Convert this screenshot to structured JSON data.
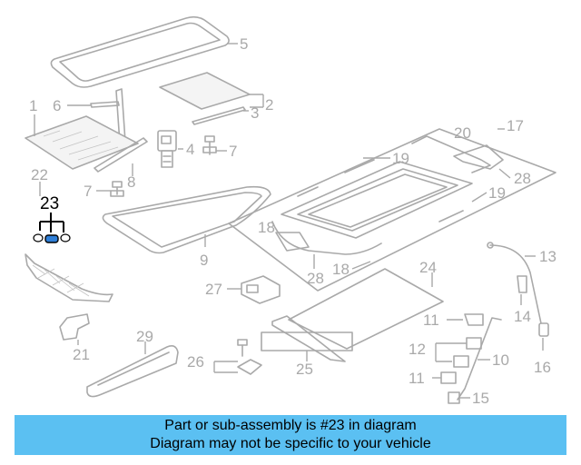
{
  "diagram": {
    "callouts": {
      "c1": "1",
      "c2": "2",
      "c3": "3",
      "c4": "4",
      "c5": "5",
      "c6": "6",
      "c7a": "7",
      "c7b": "7",
      "c8": "8",
      "c9": "9",
      "c10": "10",
      "c11a": "11",
      "c11b": "11",
      "c12": "12",
      "c13": "13",
      "c14": "14",
      "c15": "15",
      "c16": "16",
      "c17": "17",
      "c18a": "18",
      "c18b": "18",
      "c19a": "19",
      "c19b": "19",
      "c20": "20",
      "c21": "21",
      "c22": "22",
      "c23": "23",
      "c24": "24",
      "c25": "25",
      "c26": "26",
      "c27": "27",
      "c28a": "28",
      "c28b": "28",
      "c29": "29"
    },
    "highlighted_part": "23",
    "highlight_color": "#2f7fd8"
  },
  "banner": {
    "line1": "Part or sub-assembly is #23 in diagram",
    "line2": "Diagram may not be specific to your vehicle",
    "background": "#5bc0f2"
  }
}
